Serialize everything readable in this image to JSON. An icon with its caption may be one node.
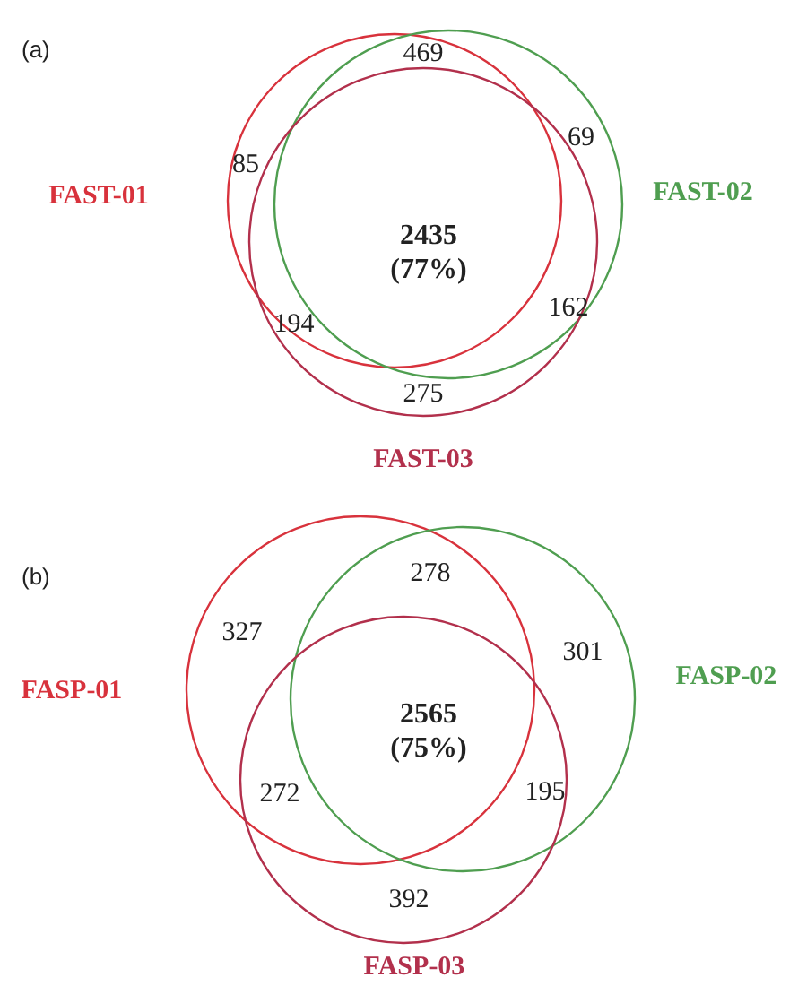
{
  "diagram": {
    "nodes": [
      {
        "text": [
          "FAST-01"
        ]
      },
      {
        "text": [
          "FAST-02"
        ]
      },
      {
        "text": [
          "FAST-03"
        ]
      },
      {
        "text": [
          "FASP-01"
        ]
      },
      {
        "text": [
          "FASP-02"
        ]
      },
      {
        "text": [
          "FASP-03"
        ]
      }
    ],
    "labels": [
      "(a)",
      "469",
      "85",
      "69",
      "**2435** **(77%)**",
      "194",
      "162",
      "275",
      "(b)",
      "278",
      "327",
      "301",
      "**2565** **(75%)**",
      "272",
      "195",
      "392"
    ]
  }
}
